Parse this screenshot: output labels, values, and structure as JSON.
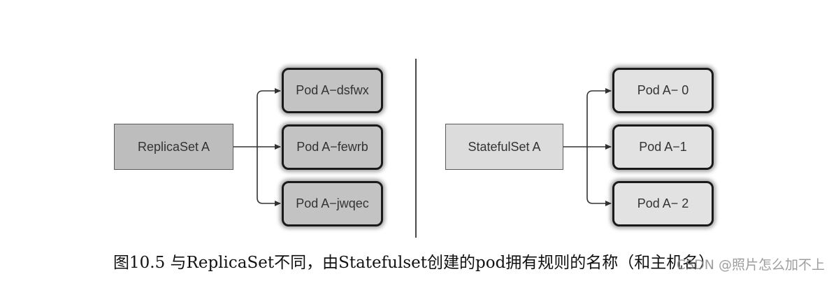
{
  "left": {
    "controller": "ReplicaSet A",
    "pods": [
      "Pod A−dsfwx",
      "Pod A−fewrb",
      "Pod A−jwqec"
    ]
  },
  "right": {
    "controller": "StatefulSet A",
    "pods": [
      "Pod A− 0",
      "Pod A−1",
      "Pod A− 2"
    ]
  },
  "caption": "图10.5 与ReplicaSet不同，由Statefulset创建的pod拥有规则的名称（和主机名）",
  "watermark": "CSDN @照片怎么加不上",
  "colors": {
    "replicaset_fill": "#bdbdbd",
    "statefulset_fill": "#dcdcdc",
    "pod_left_fill": "#c3c3c3",
    "pod_right_fill": "#e2e2e2",
    "connector": "#333333"
  }
}
